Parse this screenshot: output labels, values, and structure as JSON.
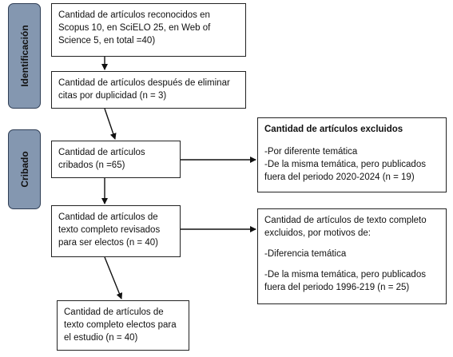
{
  "phases": {
    "identification": "Identificación",
    "screening": "Cribado"
  },
  "boxes": {
    "identified": "Cantidad de artículos reconocidos en Scopus 10, en SciELO 25, en Web of Science 5, en total =40)",
    "after_duplicates": "Cantidad de artículos después de eliminar citas por duplicidad (n = 3)",
    "screened": "Cantidad de artículos cribados (n =65)",
    "fulltext_reviewed": "Cantidad de artículos de texto completo revisados para ser electos (n = 40)",
    "included": "Cantidad de artículos de texto completo electos para el estudio (n = 40)"
  },
  "excluded": {
    "title": "Cantidad de artículos excluidos",
    "reason_1": "-Por diferente temática",
    "reason_2": "-De la misma temática, pero publicados fuera del periodo 2020-2024 (n =   19)"
  },
  "fulltext_excluded": {
    "title": "Cantidad de artículos de texto completo excluidos, por motivos de:",
    "reason_1": "-Diferencia temática",
    "reason_2": "-De la misma temática, pero publicados fuera del periodo 1996-219 (n = 25)"
  },
  "colors": {
    "phase_fill": "#8497b0",
    "phase_border": "#2f3e55",
    "line": "#111111"
  }
}
